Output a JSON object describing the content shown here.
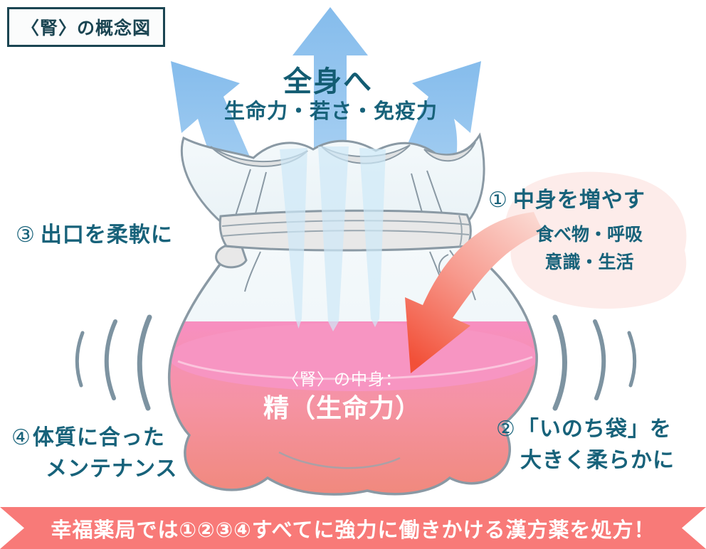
{
  "title_box": {
    "label": "〈腎〉の概念図"
  },
  "top": {
    "heading": "全身へ",
    "subheading": "生命力・若さ・免疫力"
  },
  "bag": {
    "contents_label": "〈腎〉の中身：",
    "contents_value": "精（生命力）"
  },
  "points": {
    "p1": {
      "number": "①",
      "label": "中身を増やす",
      "detail_line1": "食べ物・呼吸",
      "detail_line2": "意識・生活"
    },
    "p2": {
      "number": "②",
      "line1": "「いのち袋」を",
      "line2": "大きく柔らかに"
    },
    "p3": {
      "number": "③",
      "label": "出口を柔軟に"
    },
    "p4": {
      "number": "④",
      "line1": "体質に合った",
      "line2": "メンテナンス"
    }
  },
  "banner": {
    "text": "幸福薬局では①②③④すべてに強力に働きかける漢方薬を処方！"
  },
  "icons": [
    "up-arrows-icon",
    "red-inflow-arrow-icon",
    "vibration-arcs-left-icon",
    "vibration-arcs-right-icon",
    "drawstring-bag-illustration"
  ],
  "colors": {
    "title_teal": "#1b4552",
    "label_teal": "#17627a",
    "arrow_blue": "#9fc8f0",
    "stream_blue": "#cfe9f8",
    "liquid_pink_top": "#f78fc0",
    "liquid_salmon_bottom": "#f0887a",
    "red_arrow": "#f25038",
    "bubble_pink": "#fdecea",
    "banner_red": "#f87a78",
    "bag_outline_gray": "#8a99a4",
    "white_text": "#ffffff"
  }
}
